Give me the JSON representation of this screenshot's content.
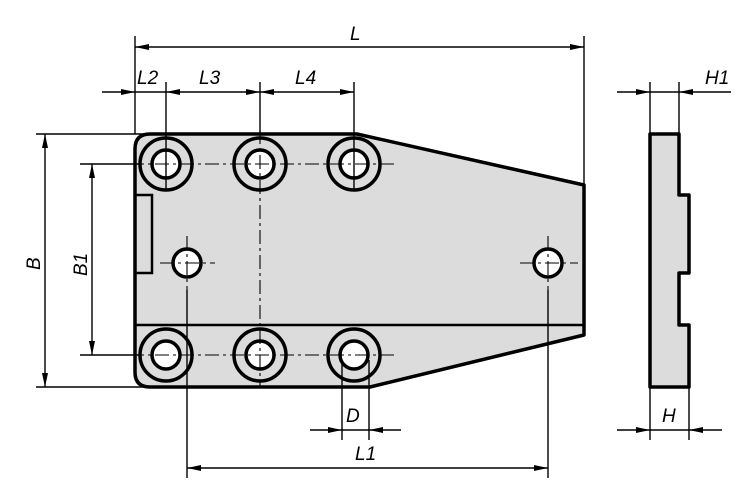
{
  "drawing": {
    "title": "Mounting plate dimension drawing",
    "labels": {
      "L": "L",
      "L1": "L1",
      "L2": "L2",
      "L3": "L3",
      "L4": "L4",
      "B": "B",
      "B1": "B1",
      "D": "D",
      "H": "H",
      "H1": "H1"
    },
    "colors": {
      "fill": "#dcdcdc",
      "line": "#000000"
    }
  }
}
